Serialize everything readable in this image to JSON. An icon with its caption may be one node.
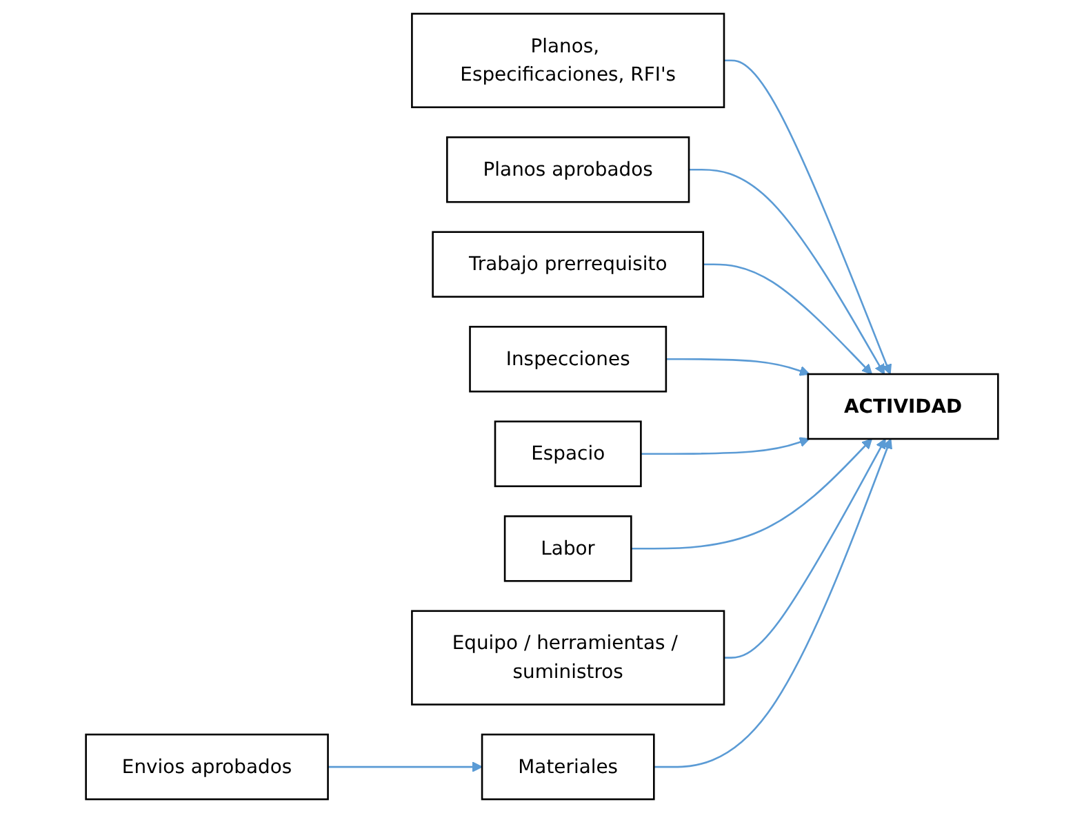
{
  "diagram": {
    "nodes": [
      {
        "text": [
          "Planos, Especificaciones, RFI's"
        ]
      },
      {
        "text": [
          "Planos aprobados"
        ]
      },
      {
        "text": [
          "Trabajo prerrequisito"
        ]
      },
      {
        "text": [
          "Inspecciones"
        ]
      },
      {
        "text": [
          "Espacio"
        ]
      },
      {
        "text": [
          "ACTIVIDAD"
        ]
      },
      {
        "text": [
          "Labor"
        ]
      },
      {
        "text": [
          "Materiales"
        ]
      },
      {
        "text": [
          "Equipo / herramientas / suministros"
        ]
      },
      {
        "text": [
          "Envios aprobados"
        ]
      }
    ],
    "edges": [
      {
        "from": 0,
        "to": 5,
        "arrow": "to"
      },
      {
        "from": 1,
        "to": 5,
        "arrow": "to"
      },
      {
        "from": 2,
        "to": 5,
        "arrow": "to"
      },
      {
        "from": 3,
        "to": 5,
        "arrow": "to"
      },
      {
        "from": 4,
        "to": 5,
        "arrow": "to"
      },
      {
        "from": 6,
        "to": 5,
        "arrow": "to"
      },
      {
        "from": 8,
        "to": 5,
        "arrow": "to"
      },
      {
        "from": 7,
        "to": 5,
        "arrow": "to"
      },
      {
        "from": 9,
        "to": 7,
        "arrow": "to"
      }
    ]
  }
}
